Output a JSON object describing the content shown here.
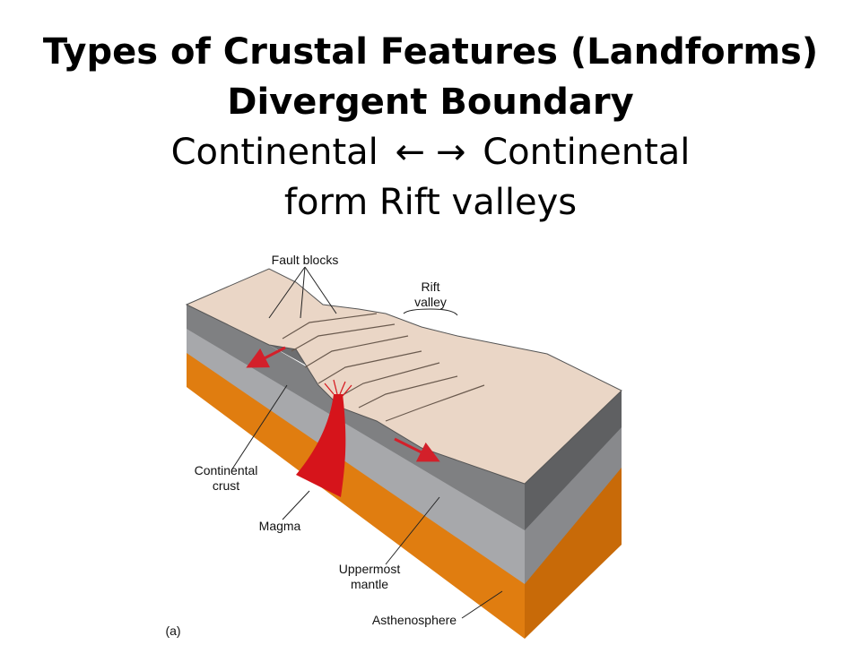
{
  "slide": {
    "title": "Types of Crustal Features (Landforms)",
    "subtitle": "Divergent Boundary",
    "boundary_left": "Continental",
    "boundary_right": "Continental",
    "arrow_left": "←",
    "arrow_right": "→",
    "result": "form Rift valleys"
  },
  "diagram": {
    "labels": {
      "fault_blocks": "Fault blocks",
      "rift_line1": "Rift",
      "rift_line2": "valley",
      "continental_line1": "Continental",
      "continental_line2": "crust",
      "magma": "Magma",
      "uppermost_line1": "Uppermost",
      "uppermost_line2": "mantle",
      "asthenosphere": "Asthenosphere",
      "panel": "(a)"
    },
    "colors": {
      "surface": "#ead6c6",
      "crust": "#7f8082",
      "crust_dark": "#5f6062",
      "mantle": "#a7a8ab",
      "mantle_dark": "#88898c",
      "asthenosphere": "#e07d10",
      "asthenosphere_dark": "#c86a08",
      "magma": "#d6141b",
      "arrow": "#d3202a"
    }
  }
}
